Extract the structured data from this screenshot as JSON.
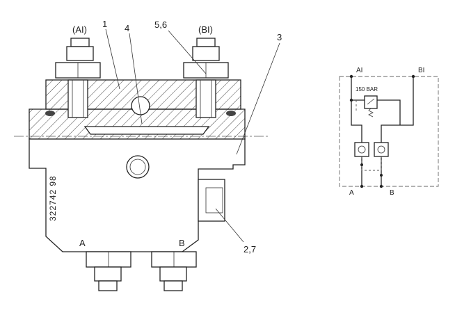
{
  "drawing": {
    "port_labels": {
      "a1_top": "(AI)",
      "b1_top": "(BI)",
      "a_bottom": "A",
      "b_bottom": "B"
    },
    "callouts": {
      "c1": "1",
      "c4": "4",
      "c56": "5,6",
      "c3": "3",
      "c27": "2,7"
    },
    "serial": "322742 98"
  },
  "schematic": {
    "a1": "AI",
    "b1": "BI",
    "pressure": "150 BAR",
    "a": "A",
    "b": "B"
  }
}
